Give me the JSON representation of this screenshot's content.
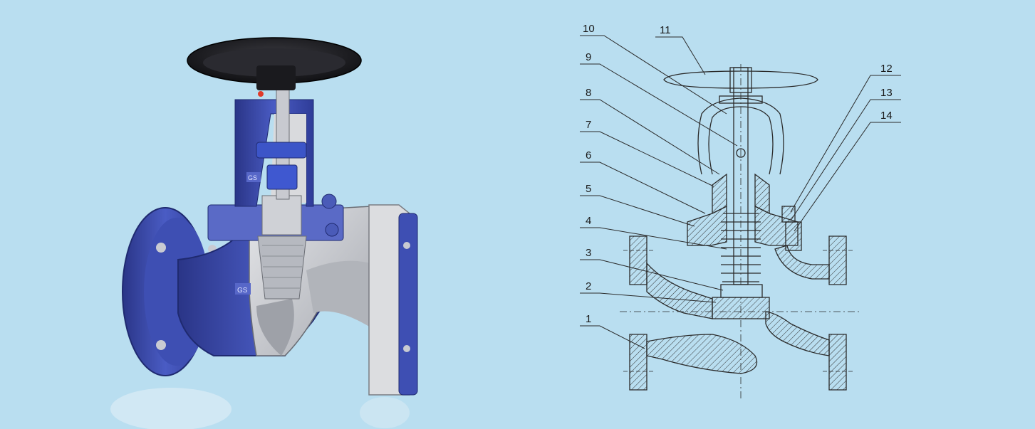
{
  "colors": {
    "background": "#b9def0",
    "valve_blue": "#3f4fb0",
    "valve_blue_dark": "#2a3587",
    "cutaway_grey": "#c9cbd0",
    "handwheel": "#1e1e22",
    "line": "#2a2a2a"
  },
  "left_panel": {
    "product": "globe-valve-cutaway-render",
    "body_marks": [
      "GS",
      "GS"
    ]
  },
  "diagram": {
    "callouts": [
      {
        "id": "1",
        "label": "1"
      },
      {
        "id": "2",
        "label": "2"
      },
      {
        "id": "3",
        "label": "3"
      },
      {
        "id": "4",
        "label": "4"
      },
      {
        "id": "5",
        "label": "5"
      },
      {
        "id": "6",
        "label": "6"
      },
      {
        "id": "7",
        "label": "7"
      },
      {
        "id": "8",
        "label": "8"
      },
      {
        "id": "9",
        "label": "9"
      },
      {
        "id": "10",
        "label": "10"
      },
      {
        "id": "11",
        "label": "11"
      },
      {
        "id": "12",
        "label": "12"
      },
      {
        "id": "13",
        "label": "13"
      },
      {
        "id": "14",
        "label": "14"
      }
    ]
  }
}
